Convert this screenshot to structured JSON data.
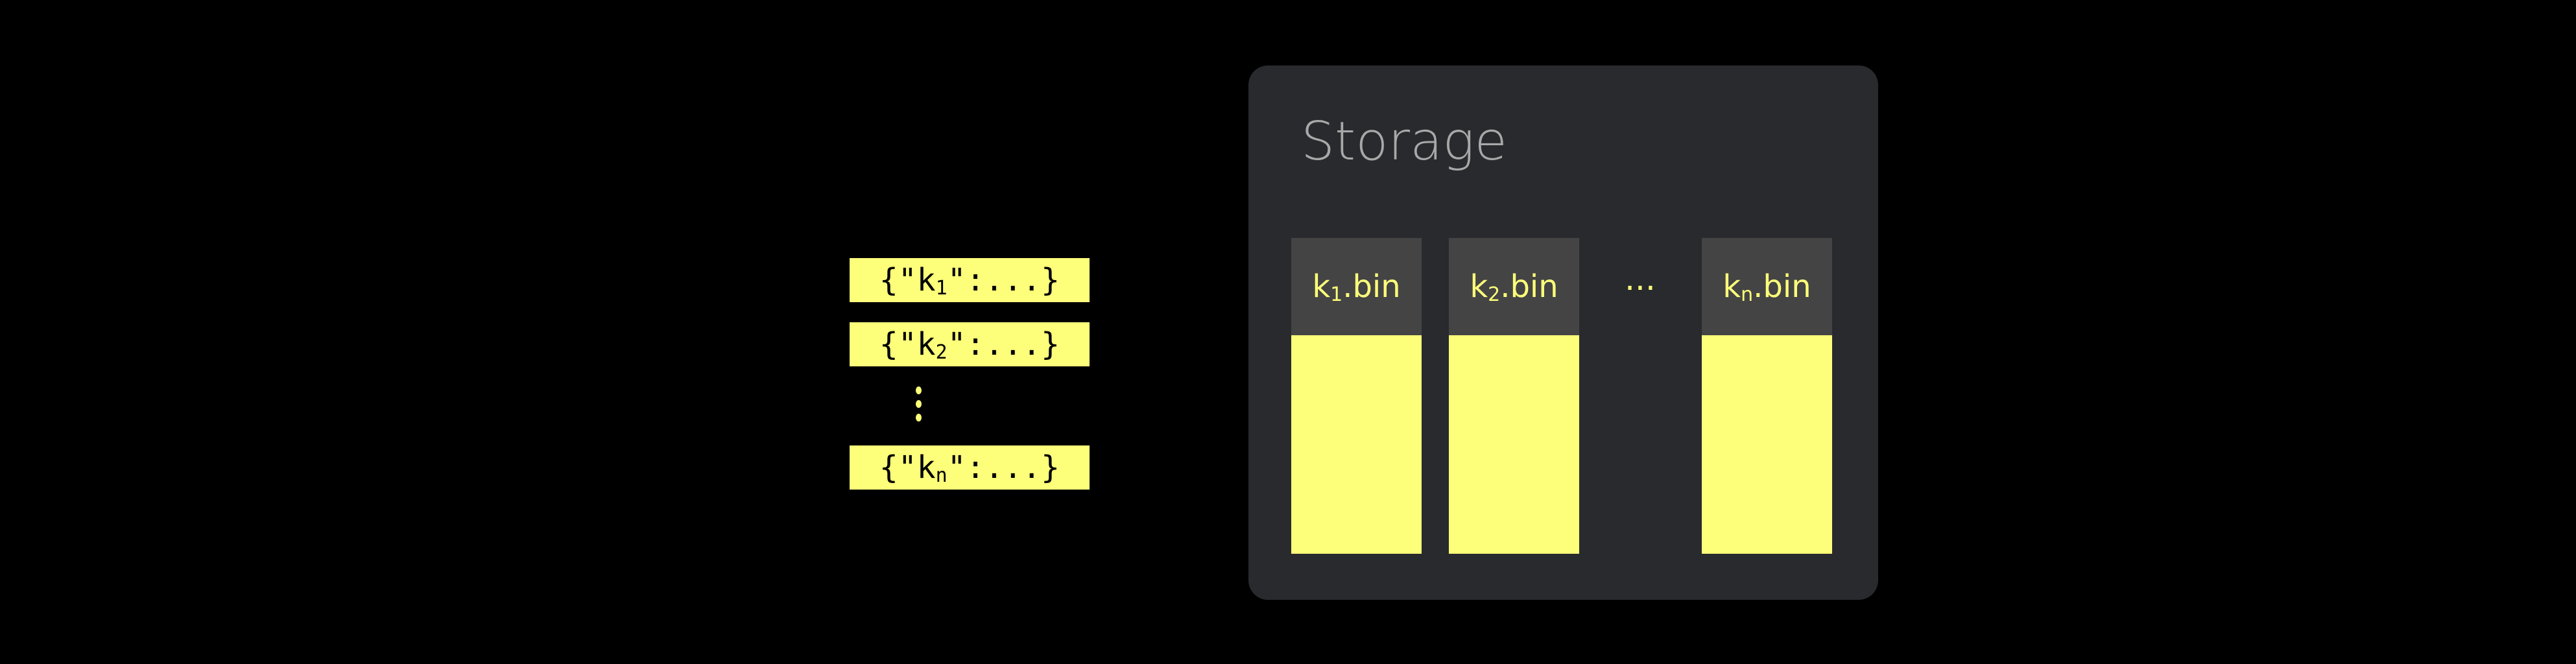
{
  "records": [
    {
      "prefix": "{\"k",
      "sub": "1",
      "suffix": "\":...}"
    },
    {
      "prefix": "{\"k",
      "sub": "2",
      "suffix": "\":...}"
    },
    {
      "prefix": "{\"k",
      "sub": "n",
      "suffix": "\":...}"
    }
  ],
  "storage": {
    "title": "Storage",
    "files": [
      {
        "prefix": "k",
        "sub": "1",
        "suffix": ".bin"
      },
      {
        "prefix": "k",
        "sub": "2",
        "suffix": ".bin"
      },
      {
        "prefix": "k",
        "sub": "n",
        "suffix": ".bin"
      }
    ],
    "ellipsis": "..."
  },
  "colors": {
    "accent": "#fdff7a",
    "panel": "#292a2e",
    "header": "#444444"
  }
}
